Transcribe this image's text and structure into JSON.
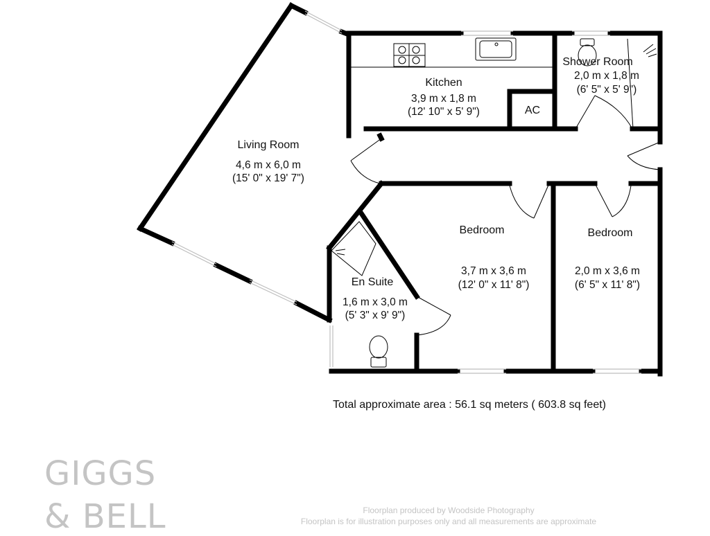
{
  "rooms": {
    "living": {
      "name": "Living Room",
      "metric": "4,6 m x 6,0 m",
      "imperial": "(15' 0\" x 19' 7\")"
    },
    "kitchen": {
      "name": "Kitchen",
      "metric": "3,9 m x 1,8 m",
      "imperial": "(12' 10\" x 5' 9\")"
    },
    "ac": {
      "name": "AC"
    },
    "shower": {
      "name": "Shower Room",
      "metric": "2,0 m x 1,8 m",
      "imperial": "(6' 5\" x 5' 9\")"
    },
    "bedroom1": {
      "name": "Bedroom",
      "metric": "3,7 m x 3,6 m",
      "imperial": "(12' 0\" x 11' 8\")"
    },
    "bedroom2": {
      "name": "Bedroom",
      "metric": "2,0 m x 3,6 m",
      "imperial": "(6' 5\" x 11' 8\")"
    },
    "ensuite": {
      "name": "En Suite",
      "metric": "1,6 m x 3,0 m",
      "imperial": "(5' 3\" x 9' 9\")"
    }
  },
  "total_area": "Total approximate area : 56.1 sq meters ( 603.8 sq feet)",
  "logo": {
    "line1": "GIGGS",
    "line2": "& BELL"
  },
  "credits": {
    "line1": "Floorplan produced by Woodside Photography",
    "line2": "Floorplan is for illustration purposes only and all measurements are approximate"
  },
  "colors": {
    "wall": "#000000",
    "window": "#bdbdbd",
    "logo": "#c4c4c4"
  }
}
